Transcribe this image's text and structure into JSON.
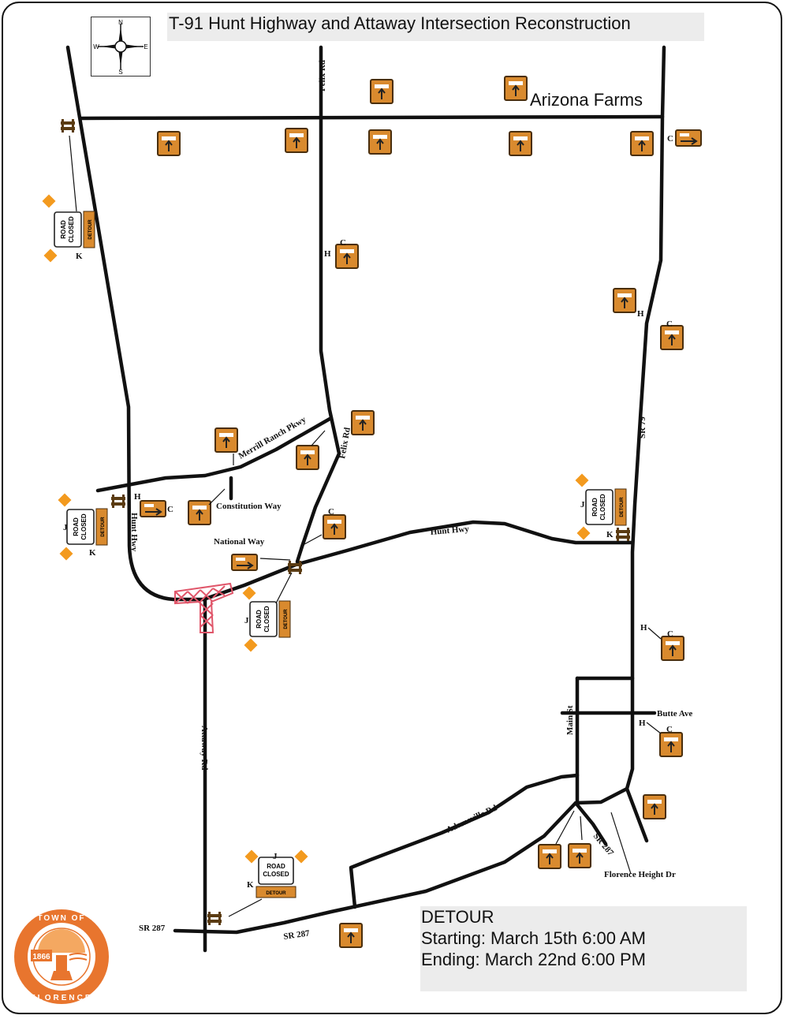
{
  "title": "T-91 Hunt Highway and Attaway Intersection Reconstruction",
  "compass": {
    "n": "N",
    "s": "S",
    "e": "E",
    "w": "W"
  },
  "places": {
    "arizona_farms": "Arizona Farms"
  },
  "roads": {
    "felix_rd_north": "Felix Rd",
    "felix_rd_south": "Felix Rd",
    "merrill_ranch": "Merrill Ranch Pkwy",
    "constitution": "Constitution Way",
    "national": "National Way",
    "hunt_hwy_vertical": "Hunt Hwy",
    "hunt_hwy_east": "Hunt Hwy",
    "sr79": "SR 79",
    "main_st": "Main St",
    "butte_ave": "Butte Ave",
    "attaway": "Attaway Rd",
    "adamsville": "Adamsville Rd",
    "sr287_label_west": "SR 287",
    "sr287_label_mid": "SR 287",
    "sr287_label_east": "SR 287",
    "florence_height": "Florence Height Dr"
  },
  "signs": {
    "road_closed_line1": "ROAD",
    "road_closed_line2": "CLOSED",
    "detour": "DETOUR",
    "letter_c": "C",
    "letter_h": "H",
    "letter_j": "J",
    "letter_k": "K"
  },
  "detour_info": {
    "heading": "DETOUR",
    "start": "Starting: March 15th 6:00 AM",
    "end": "Ending: March 22nd 6:00 PM"
  },
  "seal": {
    "top": "TOWN OF",
    "bottom": "FLORENCE",
    "year": "1866"
  },
  "colors": {
    "road": "#111111",
    "sign_orange": "#d98a2e",
    "sign_dark": "#5a3b12",
    "warning_diamond": "#f39a1e",
    "construction": "#e0566a",
    "seal": "#e8752e",
    "panel_gray": "#ececec"
  }
}
